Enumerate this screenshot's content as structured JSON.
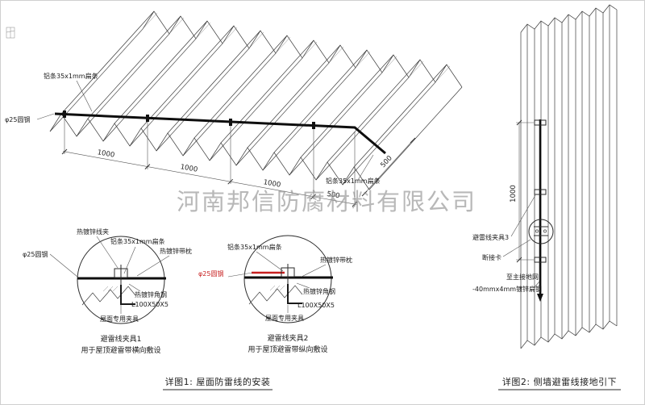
{
  "watermark": "河南邦信防腐材料有限公司",
  "fig1": {
    "caption": "详图1: 屋面防雷线的安装",
    "roof": {
      "strip_label_left": "铝条35x1mm扁条",
      "strip_label_right": "铝条35x1mm扁条",
      "rod_label": "φ25圆钢",
      "dim_segments": [
        "1000",
        "1000",
        "1000",
        "500"
      ],
      "dim_side": "500"
    },
    "detail1": {
      "title": "避雷线夹具1",
      "subtitle": "用于屋顶避雷带横向敷设",
      "label_clamp": "热镀锌线夹",
      "label_strip": "铝条35x1mm扁条",
      "label_pad": "热镀锌带枕",
      "label_rod": "φ25圆钢",
      "label_angle": "热镀锌角钢",
      "label_angle_spec": "L100X50X5",
      "label_fixture": "屋面专用夹具"
    },
    "detail2": {
      "title": "避雷线夹具2",
      "subtitle": "用于屋顶避雷带纵向敷设",
      "label_strip": "铝条35x1mm扁条",
      "label_pad": "热镀锌带枕",
      "label_rod": "φ25圆钢",
      "label_angle": "热镀锌角钢",
      "label_angle_spec": "L100X50X5",
      "label_fixture": "屋面专用夹具"
    }
  },
  "fig2": {
    "caption": "详图2: 侧墙避雷线接地引下",
    "label_clamp3": "避雷线夹具3",
    "label_disconnect": "断接卡",
    "label_ground": "至主接地网",
    "label_flat_steel": "-40mmx4mm镀锌扁钢",
    "dim_vertical": "1000"
  },
  "colors": {
    "line": "#1c1c1c",
    "accent_red": "#c71f1f",
    "watermark_gray": "#8d8d8d"
  }
}
